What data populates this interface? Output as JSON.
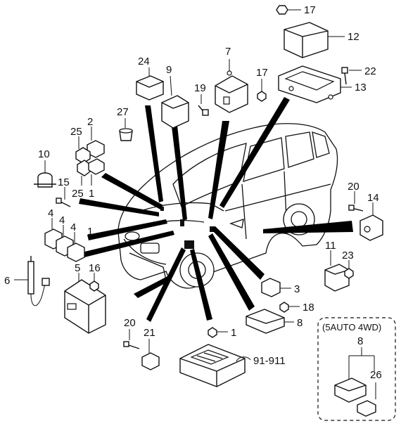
{
  "labels": {
    "p17a": "17",
    "p12": "12",
    "p22": "22",
    "p13": "13",
    "p7": "7",
    "p17b": "17",
    "p24": "24",
    "p9": "9",
    "p19": "19",
    "p27": "27",
    "p2": "2",
    "p25a": "25",
    "p10": "10",
    "p15": "15",
    "p25b": "25",
    "p1a": "1",
    "p4a": "4",
    "p4b": "4",
    "p4c": "4",
    "p1b": "1",
    "p6": "6",
    "p5": "5",
    "p16": "16",
    "p20a": "20",
    "p14": "14",
    "p11": "11",
    "p23": "23",
    "p3": "3",
    "p18": "18",
    "p8a": "8",
    "p20b": "20",
    "p21": "21",
    "p1c": "1",
    "ref": "91-911",
    "inset_title": "(5AUTO 4WD)",
    "p8b": "8",
    "p26": "26"
  }
}
